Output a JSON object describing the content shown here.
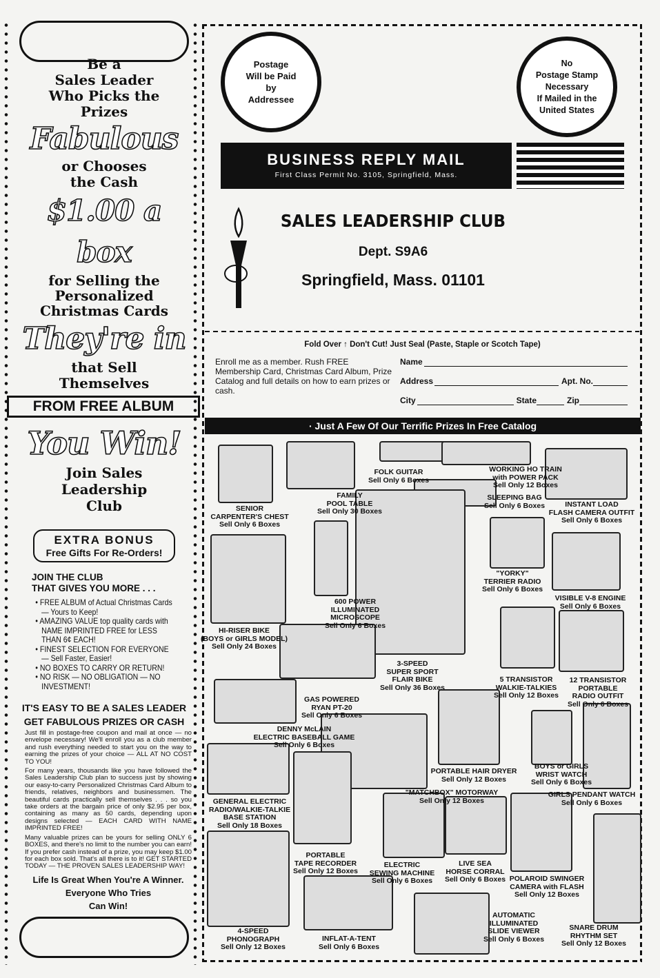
{
  "left": {
    "headline1": "Be a\nSales Leader\nWho Picks the\nPrizes",
    "fancy1": "Fabulous",
    "headline2": "or Chooses\nthe Cash",
    "fancy2": "$1.00 a box",
    "headline3": "for Selling the\nPersonalized\nChristmas Cards",
    "fancy3": "They're in",
    "headline4": "that Sell\nThemselves",
    "album": "FROM FREE ALBUM",
    "fancy4": "You Win!",
    "join": "Join Sales\nLeadership\nClub",
    "bonus_title": "EXTRA BONUS",
    "bonus_sub": "Free Gifts For Re-Orders!",
    "club_heading": "JOIN THE CLUB\nTHAT GIVES YOU MORE . . .",
    "bullets": [
      "FREE ALBUM of Actual Christmas Cards — Yours to Keep!",
      "AMAZING VALUE top quality cards with NAME IMPRINTED FREE for LESS THAN 6¢ EACH!",
      "FINEST SELECTION FOR EVERYONE — Sell Faster, Easier!",
      "NO BOXES TO CARRY OR RETURN!",
      "NO RISK — NO OBLIGATION — NO INVESTMENT!"
    ],
    "easy1": "IT'S EASY TO BE A SALES LEADER",
    "easy2": "GET FABULOUS PRIZES OR CASH",
    "para1": "Just fill in postage-free coupon and mail at once — no envelope necessary! We'll enroll you as a club member and rush everything needed to start you on the way to earning the prizes of your choice — ALL AT NO COST TO YOU!",
    "para2": "For many years, thousands like you have followed the Sales Leadership Club plan to success just by showing our easy-to-carry Personalized Christmas Card Album to friends, relatives, neighbors and businessmen. The beautiful cards practically sell themselves . . . so you take orders at the bargain price of only $2.95 per box, containing as many as 50 cards, depending upon designs selected — EACH CARD WITH NAME IMPRINTED FREE!",
    "para3": "Many valuable prizes can be yours for selling ONLY 6 BOXES, and there's no limit to the number you can earn! If you prefer cash instead of a prize, you may keep $1.00 for each box sold. That's all there is to it! GET STARTED TODAY — THE PROVEN SALES LEADERSHIP WAY!",
    "closing": "Life Is Great When You're A Winner.\nEveryone Who Tries\nCan Win!"
  },
  "coupon": {
    "postage_paid": "Postage\nWill be Paid\nby\nAddressee",
    "no_stamp": "No\nPostage Stamp\nNecessary\nIf Mailed in the\nUnited States",
    "brm_title": "BUSINESS REPLY MAIL",
    "brm_permit": "First Class Permit No. 3105, Springfield, Mass.",
    "club": "SALES LEADERSHIP CLUB",
    "dept": "Dept. S9A6",
    "city_line": "Springfield, Mass. 01101",
    "fold": "Fold Over ↑ Don't Cut! Just Seal (Paste, Staple or Scotch Tape)",
    "enroll": "Enroll me as a member. Rush FREE Membership Card, Christmas Card Album, Prize Catalog and full details on how to earn prizes or cash.",
    "fields": {
      "name": "Name",
      "address": "Address",
      "apt": "Apt. No.",
      "city": "City",
      "state": "State",
      "zip": "Zip"
    }
  },
  "banner": "· Just A Few Of Our Terrific Prizes In Free Catalog",
  "prizes": [
    {
      "name": "SENIOR\nCARPENTER'S CHEST",
      "sell": "Sell Only 6 Boxes"
    },
    {
      "name": "FAMILY\nPOOL TABLE",
      "sell": "Sell Only 30 Boxes"
    },
    {
      "name": "FOLK GUITAR",
      "sell": "Sell Only 6 Boxes"
    },
    {
      "name": "WORKING HO TRAIN\nwith POWER PACK",
      "sell": "Sell Only 12 Boxes"
    },
    {
      "name": "SLEEPING BAG",
      "sell": "Sell Only 6 Boxes"
    },
    {
      "name": "INSTANT LOAD\nFLASH CAMERA OUTFIT",
      "sell": "Sell Only 6 Boxes"
    },
    {
      "name": "\"YORKY\"\nTERRIER RADIO",
      "sell": "Sell Only 6 Boxes"
    },
    {
      "name": "VISIBLE V-8 ENGINE",
      "sell": "Sell Only 6 Boxes"
    },
    {
      "name": "600 POWER\nILLUMINATED\nMICROSCOPE",
      "sell": "Sell Only 6 Boxes"
    },
    {
      "name": "HI-RISER BIKE\n(BOYS or GIRLS MODEL)",
      "sell": "Sell Only 24 Boxes"
    },
    {
      "name": "3-SPEED\nSUPER SPORT\nFLAIR BIKE",
      "sell": "Sell Only 36 Boxes"
    },
    {
      "name": "5 TRANSISTOR\nWALKIE-TALKIES",
      "sell": "Sell Only 12 Boxes"
    },
    {
      "name": "12 TRANSISTOR\nPORTABLE\nRADIO OUTFIT",
      "sell": "Sell Only 6 Boxes"
    },
    {
      "name": "GAS POWERED\nRYAN PT-20",
      "sell": "Sell Only 6 Boxes"
    },
    {
      "name": "DENNY McLAIN\nELECTRIC BASEBALL GAME",
      "sell": "Sell Only 6 Boxes"
    },
    {
      "name": "PORTABLE HAIR DRYER",
      "sell": "Sell Only 12 Boxes"
    },
    {
      "name": "BOYS or GIRLS\nWRIST WATCH",
      "sell": "Sell Only 6 Boxes"
    },
    {
      "name": "GIRLS PENDANT WATCH",
      "sell": "Sell Only 6 Boxes"
    },
    {
      "name": "\"MATCHBOX\" MOTORWAY",
      "sell": "Sell Only 12 Boxes"
    },
    {
      "name": "GENERAL ELECTRIC\nRADIO/WALKIE-TALKIE\nBASE STATION",
      "sell": "Sell Only 18 Boxes"
    },
    {
      "name": "PORTABLE\nTAPE RECORDER",
      "sell": "Sell Only 12 Boxes"
    },
    {
      "name": "ELECTRIC\nSEWING MACHINE",
      "sell": "Sell Only 6 Boxes"
    },
    {
      "name": "LIVE SEA\nHORSE CORRAL",
      "sell": "Sell Only 6 Boxes"
    },
    {
      "name": "POLAROID SWINGER\nCAMERA with FLASH",
      "sell": "Sell Only 12 Boxes"
    },
    {
      "name": "AUTOMATIC\nILLUMINATED\nSLIDE VIEWER",
      "sell": "Sell Only 6 Boxes"
    },
    {
      "name": "SNARE DRUM\nRHYTHM SET",
      "sell": "Sell Only 12 Boxes"
    },
    {
      "name": "4-SPEED\nPHONOGRAPH",
      "sell": "Sell Only 12 Boxes"
    },
    {
      "name": "INFLAT-A-TENT",
      "sell": "Sell Only 6 Boxes"
    }
  ]
}
